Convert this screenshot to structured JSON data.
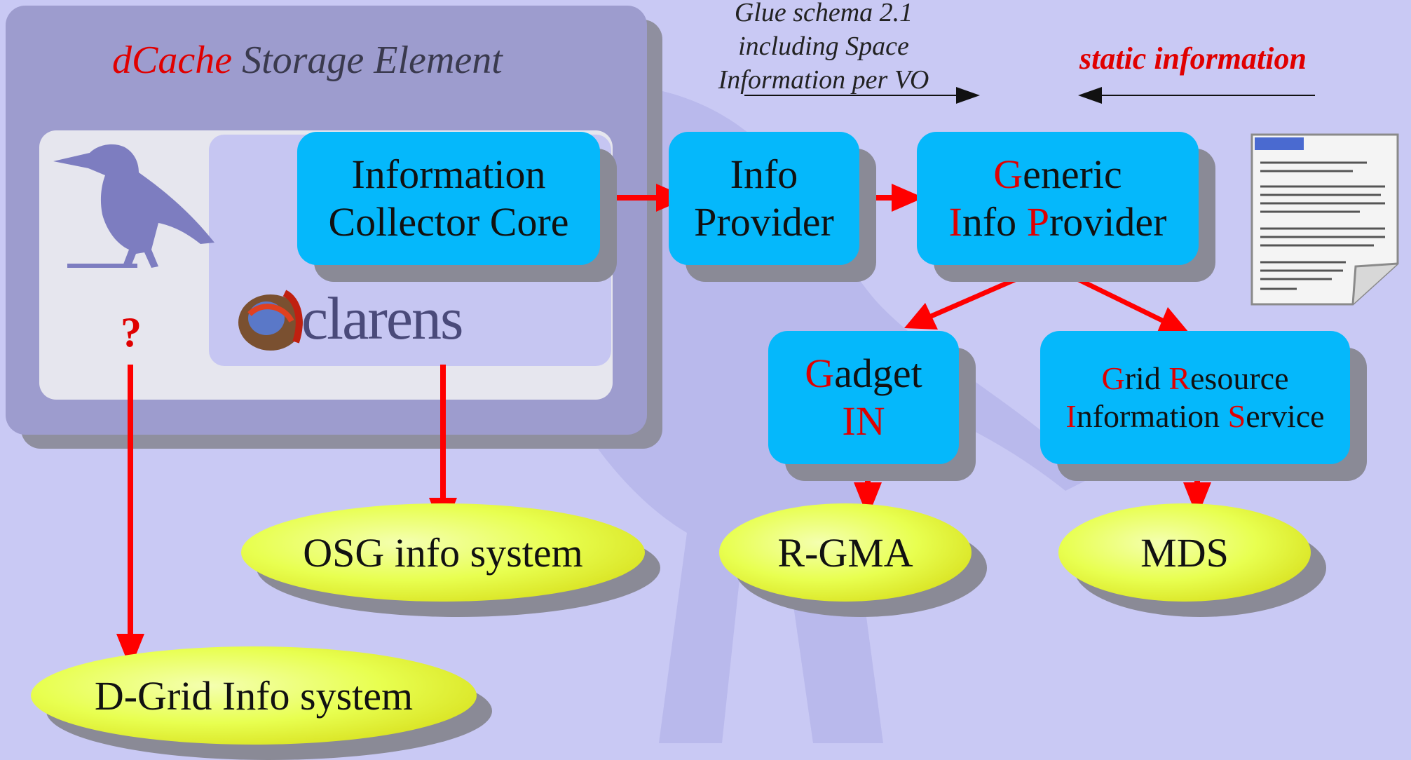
{
  "storage_element": {
    "dcache": "dCache",
    "rest": " Storage Element"
  },
  "question_mark": "?",
  "clarens_logo_text": "clarens",
  "glue_note": [
    "Glue schema  2.1",
    "including Space",
    "Information per VO"
  ],
  "static_note": "static information",
  "collector": {
    "line1": "Information",
    "line2": "Collector Core"
  },
  "info_provider": {
    "line1": "Info",
    "line2": "Provider"
  },
  "gip": {
    "l1_red": "G",
    "l1_rest": "eneric",
    "l2_red1": "I",
    "l2_mid": "nfo ",
    "l2_red2": "P",
    "l2_rest": "rovider"
  },
  "gadget": {
    "l1_red": "G",
    "l1_rest": "adget",
    "line2": "IN"
  },
  "gris": {
    "l1_red1": "G",
    "l1_mid": "rid ",
    "l1_red2": "R",
    "l1_rest": "esource",
    "l2_red1": "I",
    "l2_mid": "nformation ",
    "l2_red2": "S",
    "l2_rest": "ervice"
  },
  "osg": "OSG info system",
  "rgma": "R-GMA",
  "mds": "MDS",
  "dgrid": "D-Grid Info system",
  "colors": {
    "background": "#c9c9f4",
    "box_blue": "#05b8fb",
    "arrow_red": "#ff0000",
    "ellipse_yellow": "#e8ff50"
  }
}
